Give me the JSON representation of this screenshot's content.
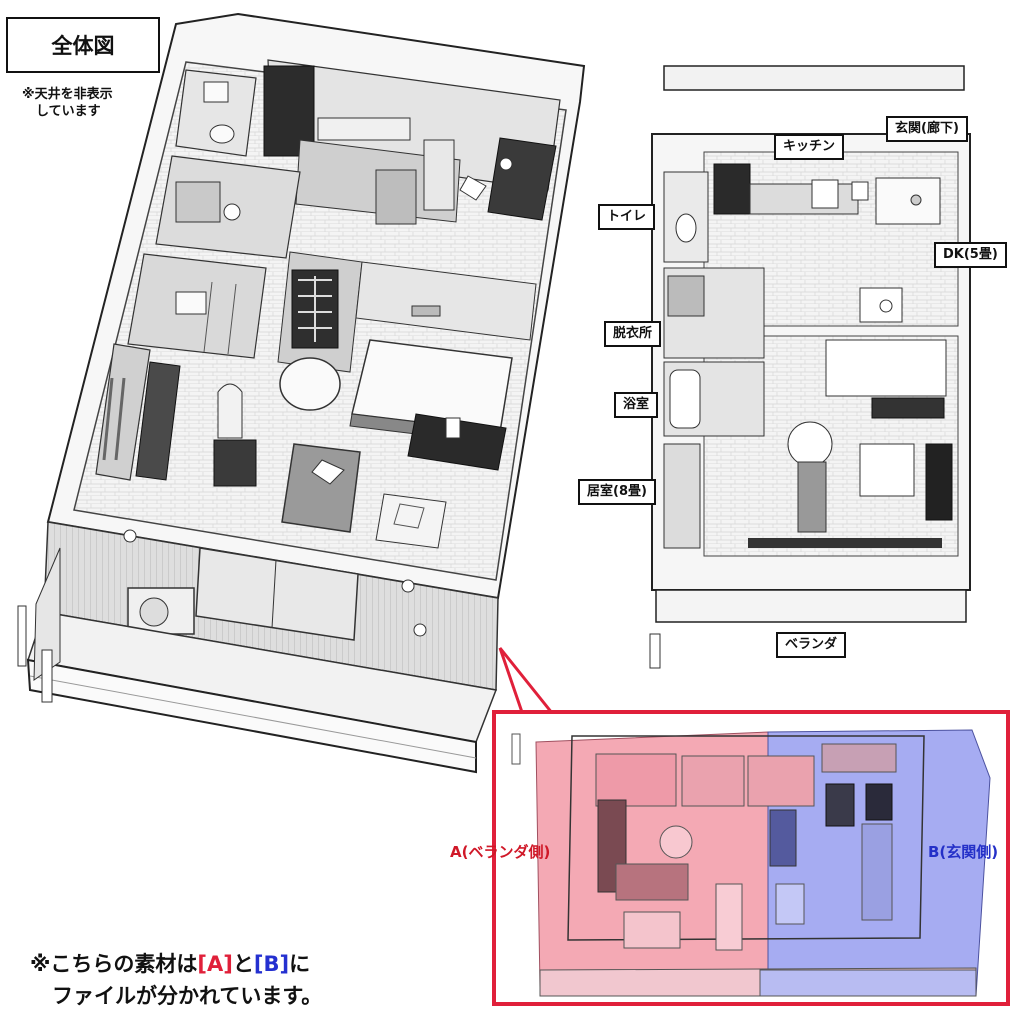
{
  "header": {
    "title": "全体図",
    "note_line1": "※天井を非表示",
    "note_line2": "しています"
  },
  "room_labels": {
    "kitchen": "キッチン",
    "entrance": "玄関(廊下)",
    "toilet": "トイレ",
    "dk": "DK(5畳)",
    "dressing": "脱衣所",
    "bath": "浴室",
    "living": "居室(8畳)",
    "veranda": "ベランダ"
  },
  "split": {
    "a_label": "A(ベランダ側)",
    "b_label": "B(玄関側)",
    "a_color": "#f4a9b4",
    "b_color": "#a6acf2",
    "frame_color": "#e0203a"
  },
  "footer": {
    "prefix": "※こちらの素材は",
    "a": "[A]",
    "and": "と",
    "b": "[B]",
    "suffix": "に",
    "line2": "ファイルが分かれています。"
  }
}
